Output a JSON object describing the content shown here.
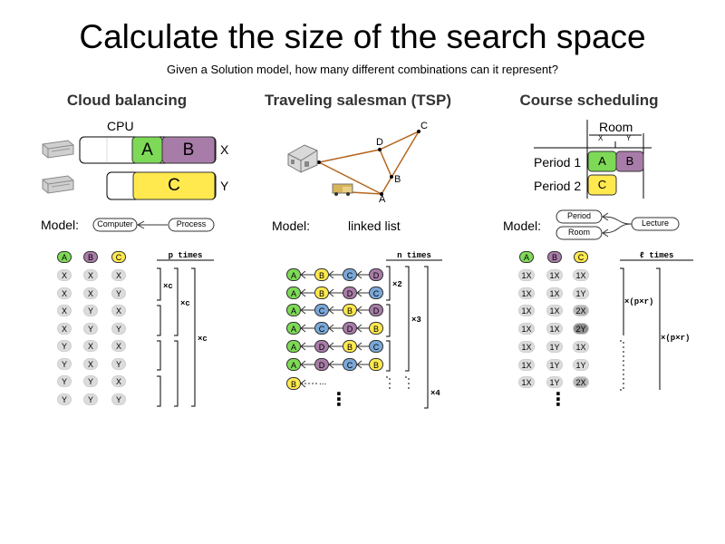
{
  "header": {
    "title": "Calculate the size of the search space",
    "subtitle": "Given a Solution model, how many different combinations can it represent?"
  },
  "colors": {
    "green": "#7ed957",
    "purple": "#a87ca8",
    "yellow": "#ffe94f",
    "blue": "#7aa8d8",
    "grey": "#dcdcdc",
    "darkgrey": "#a0a0a0",
    "edge": "#b5651d"
  },
  "cloud": {
    "title": "Cloud balancing",
    "cpu_label": "CPU",
    "row1_label": "X",
    "row2_label": "Y",
    "bar1": [
      "A",
      "B"
    ],
    "bar2": [
      "C"
    ],
    "model_label": "Model:",
    "model_from": "Computer",
    "model_to": "Process",
    "headers": [
      "A",
      "B",
      "C"
    ],
    "rows": [
      [
        "X",
        "X",
        "X"
      ],
      [
        "X",
        "X",
        "Y"
      ],
      [
        "X",
        "Y",
        "X"
      ],
      [
        "X",
        "Y",
        "Y"
      ],
      [
        "Y",
        "X",
        "X"
      ],
      [
        "Y",
        "X",
        "Y"
      ],
      [
        "Y",
        "Y",
        "X"
      ],
      [
        "Y",
        "Y",
        "Y"
      ]
    ],
    "times_label": "p times",
    "mult1": "×c",
    "mult2": "×c",
    "mult3": "×c",
    "server_icon": "server-icon"
  },
  "tsp": {
    "title": "Traveling salesman (TSP)",
    "nodes": [
      "A",
      "B",
      "C",
      "D"
    ],
    "model_label": "Model:",
    "model_value": "linked list",
    "times_label": "n times",
    "chains": [
      [
        "A",
        "B",
        "C",
        "D"
      ],
      [
        "A",
        "B",
        "D",
        "C"
      ],
      [
        "A",
        "C",
        "B",
        "D"
      ],
      [
        "A",
        "C",
        "D",
        "B"
      ],
      [
        "A",
        "D",
        "B",
        "C"
      ],
      [
        "A",
        "D",
        "C",
        "B"
      ]
    ],
    "last_chain_start": "B",
    "last_chain_dots": "...",
    "mult1": "×2",
    "mult2": "×3",
    "mult3": "×4",
    "ellipsis": "⋮",
    "depot_icon": "depot-icon",
    "truck_icon": "truck-icon"
  },
  "course": {
    "title": "Course scheduling",
    "room_label": "Room",
    "room_cols": [
      "X",
      "Y"
    ],
    "periods": [
      "Period 1",
      "Period 2"
    ],
    "p1": [
      "A",
      "B"
    ],
    "p2": [
      "C"
    ],
    "model_label": "Model:",
    "model_period": "Period",
    "model_room": "Room",
    "model_lecture": "Lecture",
    "headers": [
      "A",
      "B",
      "C"
    ],
    "rows": [
      [
        "1X",
        "1X",
        "1X"
      ],
      [
        "1X",
        "1X",
        "1Y"
      ],
      [
        "1X",
        "1X",
        "2X"
      ],
      [
        "1X",
        "1X",
        "2Y"
      ],
      [
        "1X",
        "1Y",
        "1X"
      ],
      [
        "1X",
        "1Y",
        "1Y"
      ],
      [
        "1X",
        "1Y",
        "2X"
      ]
    ],
    "times_label": "ℓ times",
    "mult1": "×(p×r)",
    "mult2": "×(p×r)",
    "ellipsis": "⋮"
  }
}
